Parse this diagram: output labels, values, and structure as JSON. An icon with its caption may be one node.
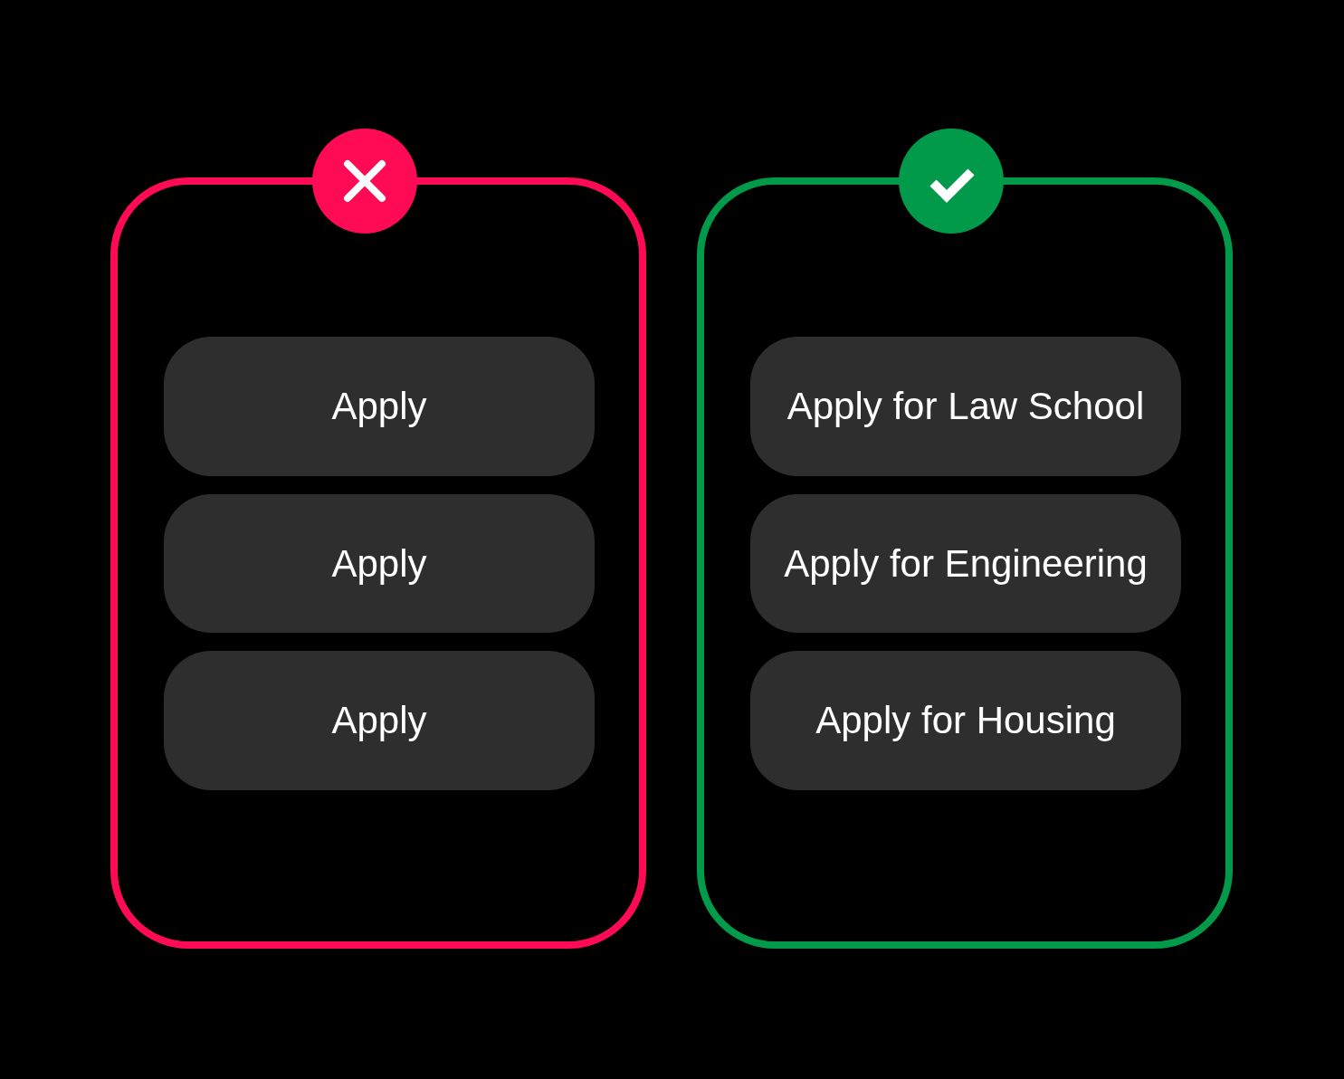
{
  "diagram": {
    "nodes": [
      {
        "text": [],
        "shape": "box"
      },
      {
        "text": [
          "Apply"
        ],
        "in": 0
      },
      {
        "text": [
          "Apply"
        ],
        "in": 0
      },
      {
        "text": [
          "Apply"
        ],
        "in": 0
      },
      {
        "text": [],
        "shape": "box"
      },
      {
        "text": [
          "Apply for Law School"
        ],
        "in": 4
      },
      {
        "text": [
          "Apply for Engineering"
        ],
        "in": 4
      },
      {
        "text": [
          "Apply for Housing"
        ],
        "in": 4
      }
    ]
  }
}
